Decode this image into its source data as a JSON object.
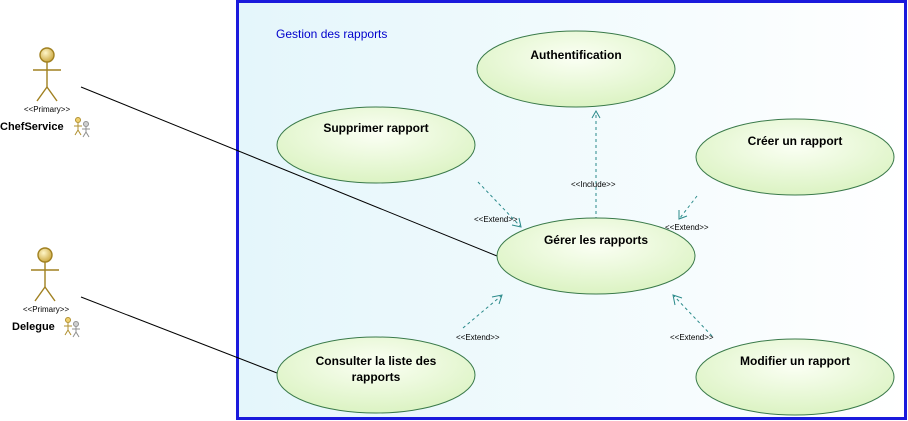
{
  "colors": {
    "boundary_stroke": "#1a1adc",
    "boundary_fill_start": "#e4f6fb",
    "usecase_fill": "#e6f7cf",
    "usecase_stroke": "#3a7a4a",
    "relationship_stroke": "#2a8a8a",
    "actor_fill": "#f0e0a0",
    "actor_stroke": "#a08020"
  },
  "boundary": {
    "title": "Gestion des rapports"
  },
  "usecases": {
    "authentification": {
      "label": "Authentification"
    },
    "supprimer": {
      "label": "Supprimer rapport"
    },
    "creer": {
      "label": "Créer un rapport"
    },
    "gerer": {
      "label": "Gérer les rapports"
    },
    "consulter": {
      "line1": "Consulter la liste des",
      "line2": "rapports"
    },
    "modifier": {
      "label": "Modifier un rapport"
    }
  },
  "actors": {
    "chef": {
      "stereotype": "<<Primary>>",
      "name": "ChefService",
      "icon": "actor-icon"
    },
    "delegue": {
      "stereotype": "<<Primary>>",
      "name": "Delegue",
      "icon": "actor-icon"
    }
  },
  "relationships": {
    "include": "<<Include>>",
    "extend_supprimer": "<<Extend>>",
    "extend_creer": "<<Extend>>",
    "extend_consulter": "<<Extend>>",
    "extend_modifier": "<<Extend>>"
  }
}
